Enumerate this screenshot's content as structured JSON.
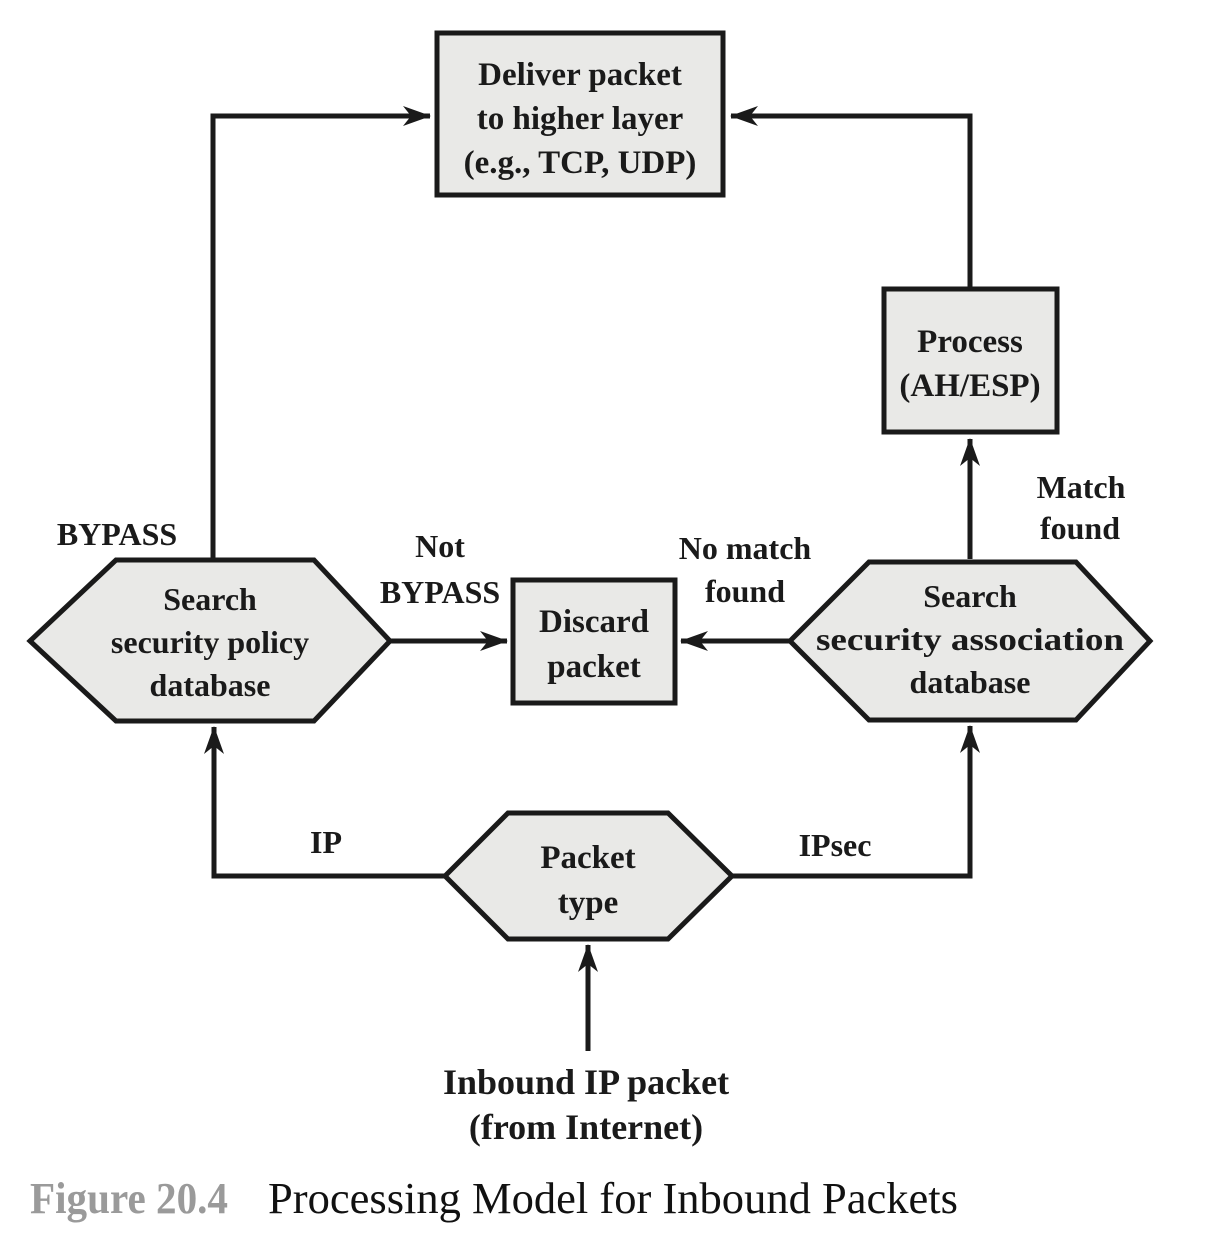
{
  "figure": {
    "nodes": {
      "deliver": [
        "Deliver packet",
        "to higher layer",
        "(e.g., TCP, UDP)"
      ],
      "process": [
        "Process",
        "(AH/ESP)"
      ],
      "discard": [
        "Discard",
        "packet"
      ],
      "search_spd": [
        "Search",
        "security policy",
        "database"
      ],
      "search_sad": [
        "Search",
        "security association",
        "database"
      ],
      "packet_type": [
        "Packet",
        "type"
      ]
    },
    "labels": {
      "bypass": "BYPASS",
      "not_bypass": [
        "Not",
        "BYPASS"
      ],
      "no_match": [
        "No match",
        "found"
      ],
      "match": [
        "Match",
        "found"
      ],
      "ip": "IP",
      "ipsec": "IPsec",
      "inbound": [
        "Inbound IP packet",
        "(from Internet)"
      ]
    },
    "caption": {
      "figure_number": "Figure 20.4",
      "title": "Processing Model for Inbound Packets"
    },
    "colors": {
      "node_fill": "#e9e9e7",
      "stroke": "#1a1a1a",
      "figure_number_gray": "#9a9a9a",
      "background": "#ffffff"
    }
  }
}
